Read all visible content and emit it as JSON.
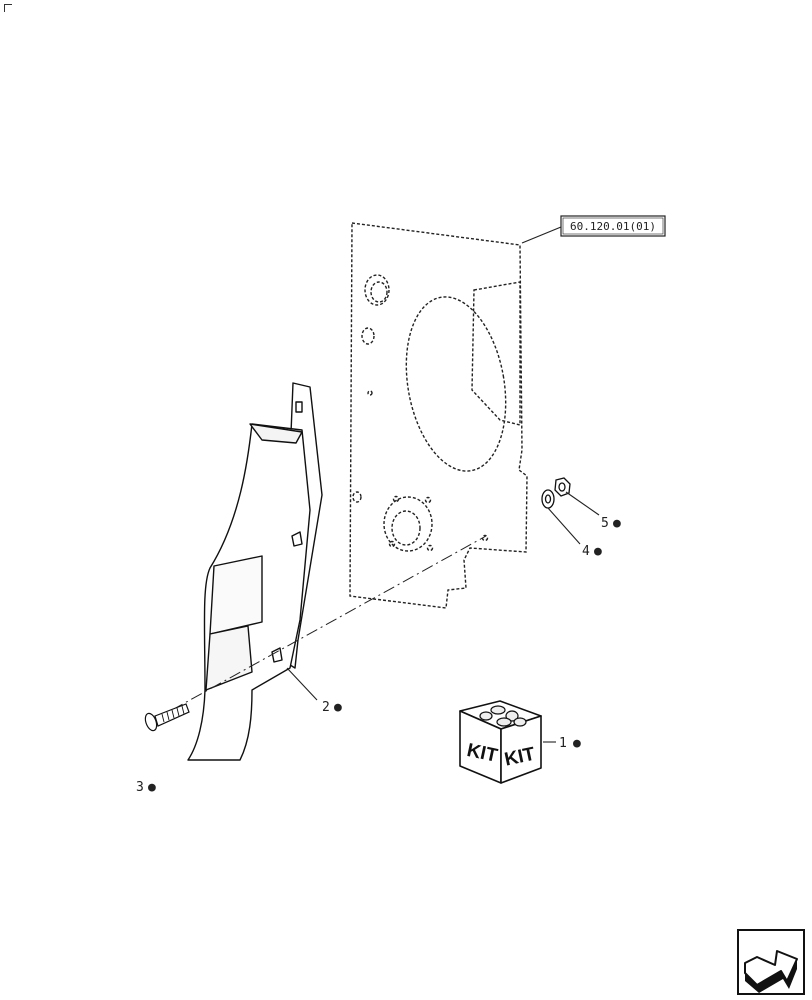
{
  "diagram": {
    "reference_label": "60.120.01(01)",
    "kit_box_text": "KIT",
    "callouts": [
      {
        "id": "1",
        "marker": "●"
      },
      {
        "id": "2",
        "marker": "●"
      },
      {
        "id": "3",
        "marker": "●"
      },
      {
        "id": "4",
        "marker": "●"
      },
      {
        "id": "5",
        "marker": "●"
      }
    ]
  },
  "navigation": {
    "icon": "next-page-arrow-icon"
  }
}
